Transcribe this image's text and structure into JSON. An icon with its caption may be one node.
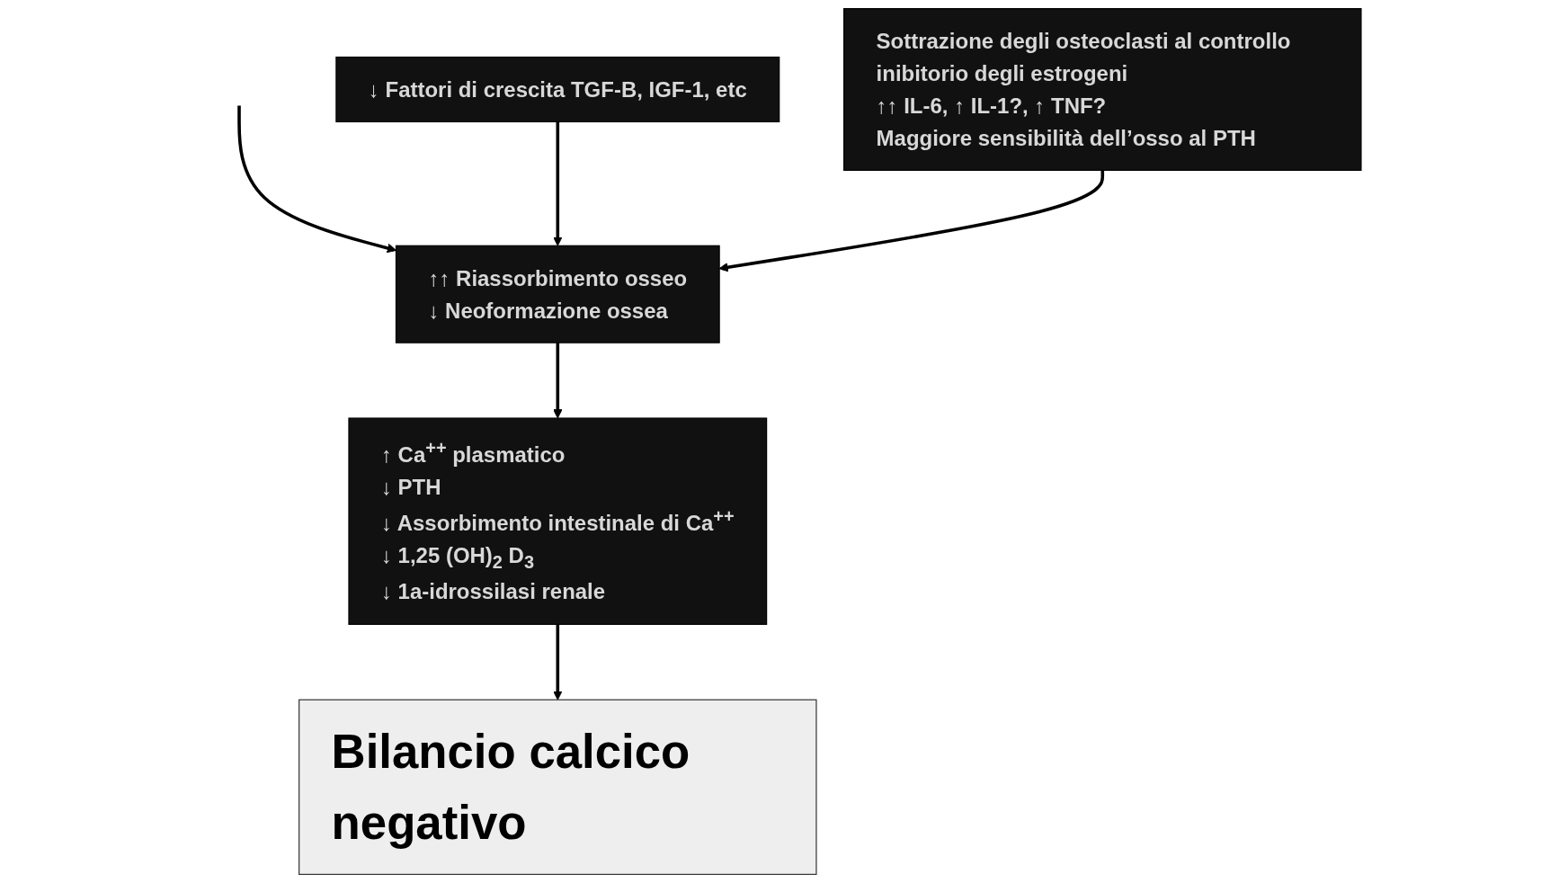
{
  "diagram": {
    "nodes": [
      {
        "text": [
          "↓ Fattori di crescita TGF-B, IGF-1, etc"
        ]
      },
      {
        "text": [
          "↑↑ Riassorbimento osseo",
          "↓ Neoformazione ossea"
        ]
      },
      {
        "text": [
          "Sottrazione degli osteoclasti al controllo inibitorio degli estrogeni",
          "↑↑ IL-6, ↑ IL-1?, ↑ TNF?",
          "Maggiore sensibilità dell’osso al PTH"
        ]
      },
      {
        "text": [
          "↑ Ca$^{++}$ plasmatico",
          "↓ PTH",
          "↓ Assorbimento intestinale di Ca$^{++}$",
          "↓ 1,25 (OH)$_{2}$ D$_{3}$",
          "↓ 1a-idrossilasi renale"
        ]
      },
      {
        "text": [
          "Bilancio calcico negativo"
        ]
      }
    ],
    "edges": [
      {
        "from": null,
        "to": 1,
        "arrow": "to"
      },
      {
        "from": 0,
        "to": 1,
        "arrow": "to"
      },
      {
        "from": 2,
        "to": 1,
        "arrow": "to"
      },
      {
        "from": 1,
        "to": 3,
        "arrow": "to"
      },
      {
        "from": 3,
        "to": 4,
        "arrow": "to"
      }
    ]
  }
}
